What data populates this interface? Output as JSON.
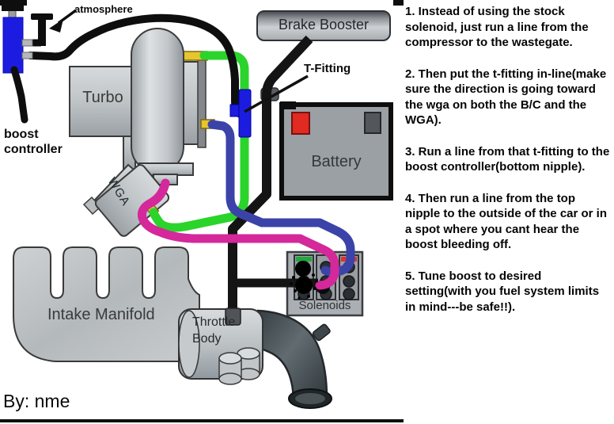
{
  "diagram": {
    "labels": {
      "atmosphere": "atmosphere",
      "boost_controller": "boost controller",
      "turbo": "Turbo",
      "brake_booster": "Brake Booster",
      "t_fitting": "T-Fitting",
      "battery": "Battery",
      "wga": "WGA",
      "intake_manifold": "Intake Manifold",
      "throttle_body": "Throttle Body",
      "solenoids": "Solenoids",
      "byline": "By: nme"
    },
    "colors": {
      "hose_green": "#2ad42a",
      "hose_magenta": "#d4289b",
      "hose_blue": "#3b43a8",
      "hose_black": "#111111",
      "fitting_blue": "#1c1ce0",
      "boost_controller_blue": "#1c1ce0",
      "nipple_yellow": "#e6c52e",
      "battery_terminal_red": "#e02a22",
      "solenoid_stripe_green": "#21a83c",
      "solenoid_stripe_red": "#e03030"
    }
  },
  "instructions": {
    "items": [
      "1. Instead of using the stock solenoid, just run a line from the compressor to the wastegate.",
      "2.  Then put the t-fitting in-line(make sure the direction is going toward the wga on both the B/C and the WGA).",
      "3.  Run a line from that t-fitting to the boost controller(bottom nipple).",
      "4.  Then run a line from the top nipple to the outside of the car or in a spot where you cant hear the boost bleeding off.",
      "5.  Tune boost to desired setting(with you fuel system limits in mind---be safe!!)."
    ]
  }
}
